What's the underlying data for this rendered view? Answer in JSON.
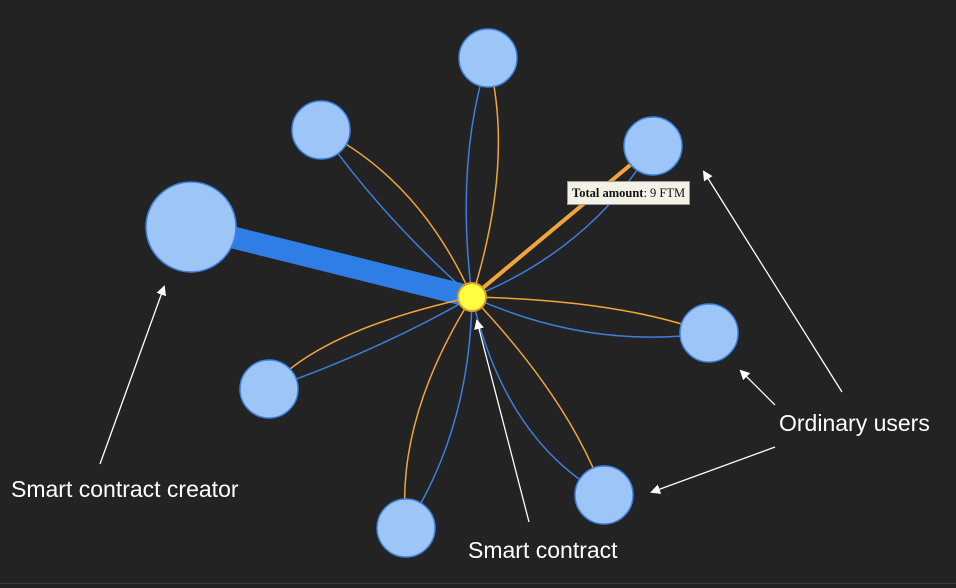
{
  "tooltip": {
    "label": "Total amount",
    "separator": ": ",
    "value": "9 FTM"
  },
  "annotations": {
    "creator": "Smart contract creator",
    "contract": "Smart contract",
    "users": "Ordinary users"
  },
  "colors": {
    "background": "#232323",
    "node_fill": "#9ec5f7",
    "node_stroke": "#3d82e0",
    "center_fill": "#ffff44",
    "center_stroke": "#e0a020",
    "edge_blue": "#3d7ee0",
    "edge_orange": "#f2a53a",
    "arrow": "#ffffff"
  }
}
